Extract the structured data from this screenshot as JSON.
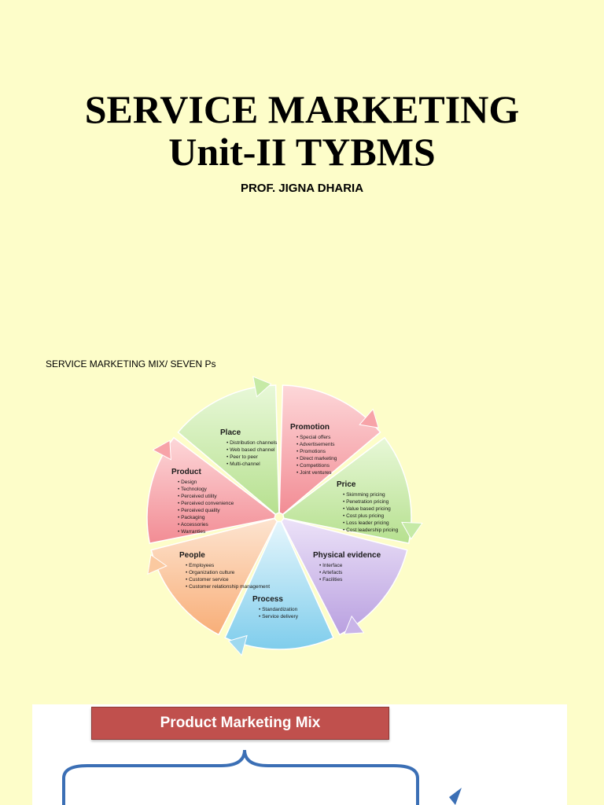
{
  "slide1": {
    "title_line1": "SERVICE MARKETING",
    "title_line2": "Unit-II TYBMS",
    "author": "PROF. JIGNA DHARIA"
  },
  "slide2": {
    "heading": "SERVICE MARKETING MIX/ SEVEN Ps",
    "segments": [
      {
        "title": "Place",
        "items": [
          "Distribution channels",
          "Web based channel",
          "Peer to peer",
          "Multi-channel"
        ],
        "color": "#c6eaa6"
      },
      {
        "title": "Promotion",
        "items": [
          "Special offers",
          "Advertisements",
          "Promotions",
          "Direct marketing",
          "Competitions",
          "Joint ventures"
        ],
        "color": "#f7a3a8"
      },
      {
        "title": "Price",
        "items": [
          "Skimming pricing",
          "Penetration pricing",
          "Value based pricing",
          "Cost plus pricing",
          "Loss leader pricing",
          "Cost leadership pricing"
        ],
        "color": "#c6eaa6"
      },
      {
        "title": "Physical evidence",
        "items": [
          "Interface",
          "Artefacts",
          "Facilities"
        ],
        "color": "#c9b5e8"
      },
      {
        "title": "Process",
        "items": [
          "Standardization",
          "Service delivery"
        ],
        "color": "#9fd9ef"
      },
      {
        "title": "People",
        "items": [
          "Employees",
          "Organization culture",
          "Customer service",
          "Customer relationship management"
        ],
        "color": "#fbc9a0"
      },
      {
        "title": "Product",
        "items": [
          "Design",
          "Technology",
          "Perceived utility",
          "Perceived convenience",
          "Perceived quality",
          "Packaging",
          "Accessories",
          "Warranties"
        ],
        "color": "#f7a3a8"
      }
    ]
  },
  "slide3": {
    "banner": "Product Marketing Mix",
    "banner_color": "#c0504d"
  }
}
